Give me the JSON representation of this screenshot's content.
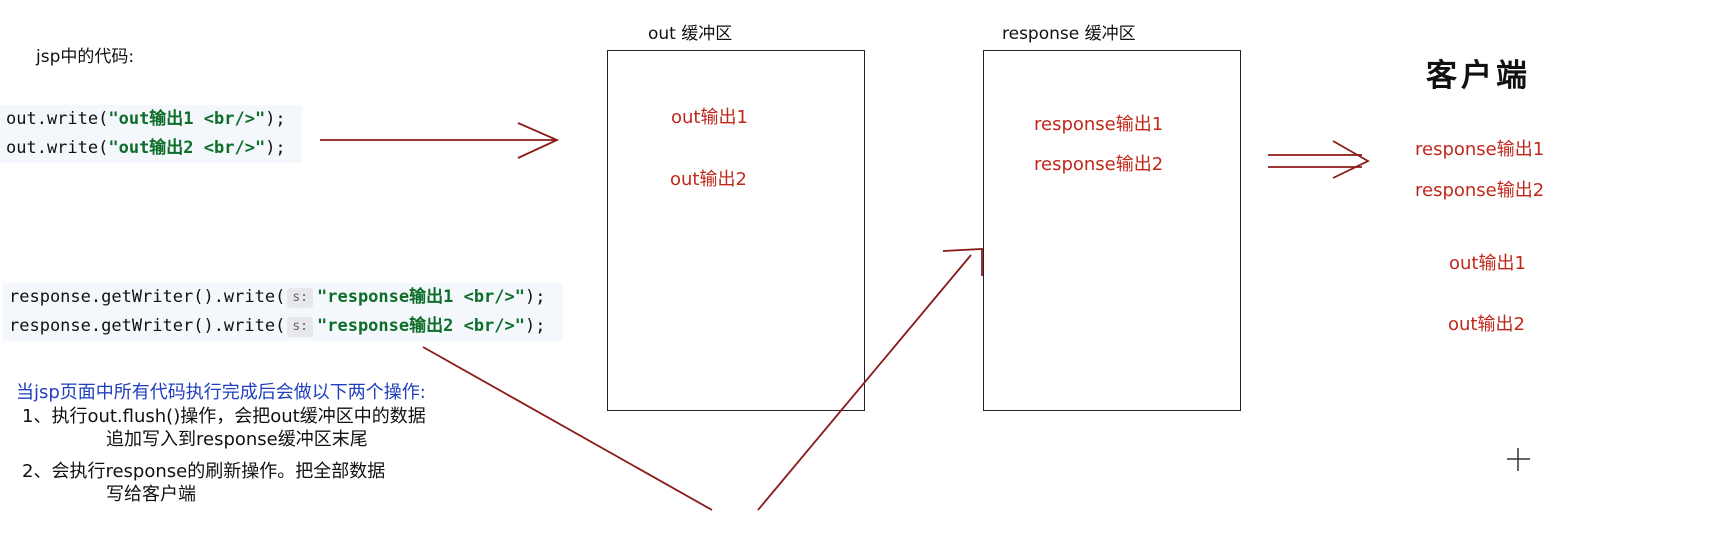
{
  "left": {
    "jsp_label": "jsp中的代码:",
    "out_code": [
      {
        "pre": "out.write(",
        "str": "\"out输出1 <br/>\"",
        "post": ");"
      },
      {
        "pre": "out.write(",
        "str": "\"out输出2 <br/>\"",
        "post": ");"
      }
    ],
    "resp_code": [
      {
        "pre": "response.getWriter().write(",
        "hint": "s:",
        "str": "\"response输出1 <br/>\"",
        "post": ");"
      },
      {
        "pre": "response.getWriter().write(",
        "hint": "s:",
        "str": "\"response输出2 <br/>\"",
        "post": ");"
      }
    ],
    "note_title": "当jsp页面中所有代码执行完成后会做以下两个操作:",
    "note_1a": "1、执行out.flush()操作，会把out缓冲区中的数据",
    "note_1b": "追加写入到response缓冲区末尾",
    "note_2a": "2、会执行response的刷新操作。把全部数据",
    "note_2b": "写给客户端"
  },
  "out_buffer": {
    "title": "out 缓冲区",
    "items": [
      "out输出1",
      "out输出2"
    ]
  },
  "response_buffer": {
    "title": "response 缓冲区",
    "items": [
      "response输出1",
      "response输出2"
    ]
  },
  "client": {
    "title": "客户端",
    "items": [
      "response输出1",
      "response输出2",
      "out输出1",
      "out输出2"
    ]
  },
  "colors": {
    "output_text": "#c0281c",
    "arrow": "#8b1a1a",
    "note_title": "#1f3fbf",
    "string_literal": "#0d6e2a"
  }
}
